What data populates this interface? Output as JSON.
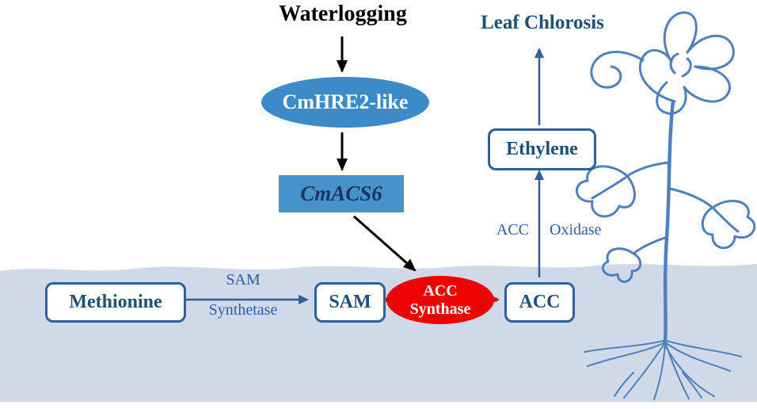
{
  "nodes": {
    "waterlogging": "Waterlogging",
    "cmhre2": "CmHRE2-like",
    "cmacs6": "CmACS6",
    "methionine": "Methionine",
    "sam": "SAM",
    "acc_synthase_line1": "ACC",
    "acc_synthase_line2": "Synthase",
    "acc": "ACC",
    "ethylene": "Ethylene",
    "leaf_chlorosis": "Leaf Chlorosis"
  },
  "edge_labels": {
    "sam_synthetase_line1": "SAM",
    "sam_synthetase_line2": "Synthetase",
    "acc_oxidase_left": "ACC",
    "acc_oxidase_right": "Oxidase"
  },
  "colors": {
    "accent_blue": "#2e5f9e",
    "dark_blue_text": "#1f4e79",
    "node_blue_fill": "#3d8ac9",
    "gene_box_fill": "#4593c9",
    "gene_text": "#17375d",
    "red_fill": "#ee0202",
    "water_fill": "#cfd9e7",
    "plant_stroke": "#4f81bd",
    "black": "#000000"
  }
}
